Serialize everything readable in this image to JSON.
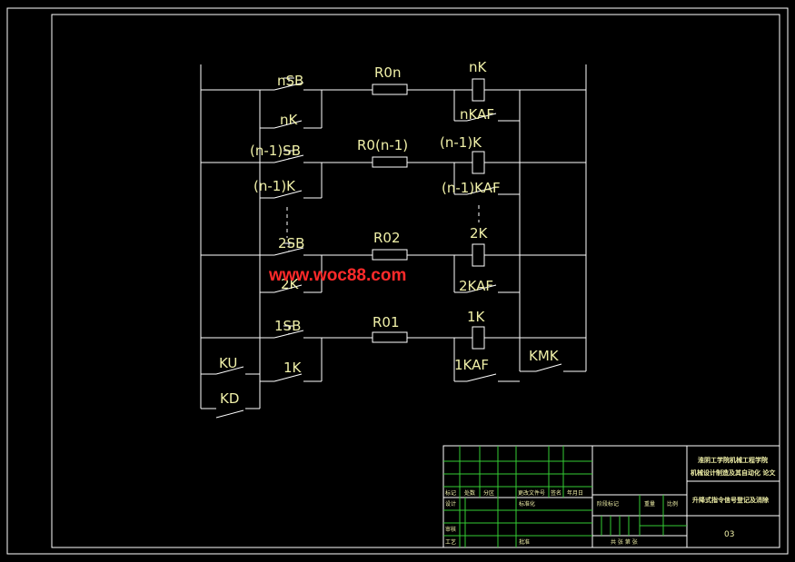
{
  "rungs": [
    {
      "sb": "nSB",
      "k_contact": "nK",
      "resistor": "R0n",
      "coil": "nK",
      "kaf": "nKAF"
    },
    {
      "sb": "(n-1)SB",
      "k_contact": "(n-1)K",
      "resistor": "R0(n-1)",
      "coil": "(n-1)K",
      "kaf": "(n-1)KAF"
    },
    {
      "sb": "2SB",
      "k_contact": "2K",
      "resistor": "R02",
      "coil": "2K",
      "kaf": "2KAF"
    },
    {
      "sb": "1SB",
      "k_contact": "1K",
      "resistor": "R01",
      "coil": "1K",
      "kaf": "1KAF"
    }
  ],
  "extra_contacts": {
    "ku": "KU",
    "kd": "KD",
    "kmk": "KMK"
  },
  "watermark": "www.woc88.com",
  "title_block": {
    "school": "淮阴工学院机械工程学院",
    "project": "机械设计制造及其自动化 论文",
    "drawing_title": "升降式指令信号登记及消除",
    "drawing_no": "03",
    "row_labels": [
      "标记",
      "处数",
      "分区",
      "更改文件号",
      "签名",
      "年月日"
    ],
    "design": "设计",
    "std": "标准化",
    "review": "审核",
    "process": "工艺",
    "approve": "批准",
    "stage": "阶段标记",
    "weight": "重量",
    "scale": "比例",
    "sheets": "共 张 第 张"
  },
  "colors": {
    "wire": "#ffffff",
    "label": "#f0f0a8",
    "frame": "#ffffff",
    "grid": "#33cc33",
    "watermark": "#ff2a2a"
  }
}
